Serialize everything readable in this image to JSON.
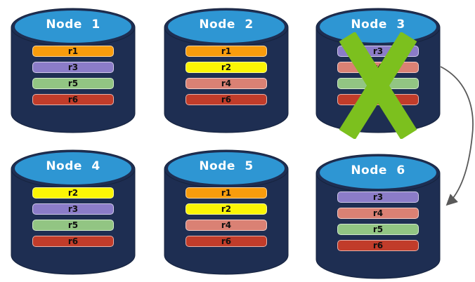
{
  "cylinder": {
    "body": "#1E2E52",
    "top": "#2E96D3",
    "outline": "#16233E"
  },
  "failure_x": {
    "color": "#7CC01E",
    "on_node": "Node 3"
  },
  "arrow": {
    "color": "#595959",
    "from": "Node 3",
    "to": "Node 6"
  },
  "nodes": [
    {
      "title": "Node 1",
      "failed": false,
      "replicas": [
        {
          "label": "r1",
          "color": "#F89C0D"
        },
        {
          "label": "r3",
          "color": "#8B7CC8"
        },
        {
          "label": "r5",
          "color": "#92C583"
        },
        {
          "label": "r6",
          "color": "#C13C2A"
        }
      ]
    },
    {
      "title": "Node 2",
      "failed": false,
      "replicas": [
        {
          "label": "r1",
          "color": "#F89C0D"
        },
        {
          "label": "r2",
          "color": "#FBF505"
        },
        {
          "label": "r4",
          "color": "#DA8174"
        },
        {
          "label": "r6",
          "color": "#C13C2A"
        }
      ]
    },
    {
      "title": "Node 3",
      "failed": true,
      "replicas": [
        {
          "label": "r3",
          "color": "#8B7CC8"
        },
        {
          "label": "r4",
          "color": "#DA8174"
        },
        {
          "label": "r5",
          "color": "#92C583"
        },
        {
          "label": "r6",
          "color": "#C13C2A"
        }
      ]
    },
    {
      "title": "Node 4",
      "failed": false,
      "replicas": [
        {
          "label": "r2",
          "color": "#FBF505"
        },
        {
          "label": "r3",
          "color": "#8B7CC8"
        },
        {
          "label": "r5",
          "color": "#92C583"
        },
        {
          "label": "r6",
          "color": "#C13C2A"
        }
      ]
    },
    {
      "title": "Node 5",
      "failed": false,
      "replicas": [
        {
          "label": "r1",
          "color": "#F89C0D"
        },
        {
          "label": "r2",
          "color": "#FBF505"
        },
        {
          "label": "r4",
          "color": "#DA8174"
        },
        {
          "label": "r6",
          "color": "#C13C2A"
        }
      ]
    },
    {
      "title": "Node 6",
      "failed": false,
      "replicas": [
        {
          "label": "r3",
          "color": "#8B7CC8"
        },
        {
          "label": "r4",
          "color": "#DA8174"
        },
        {
          "label": "r5",
          "color": "#92C583"
        },
        {
          "label": "r6",
          "color": "#C13C2A"
        }
      ]
    }
  ]
}
